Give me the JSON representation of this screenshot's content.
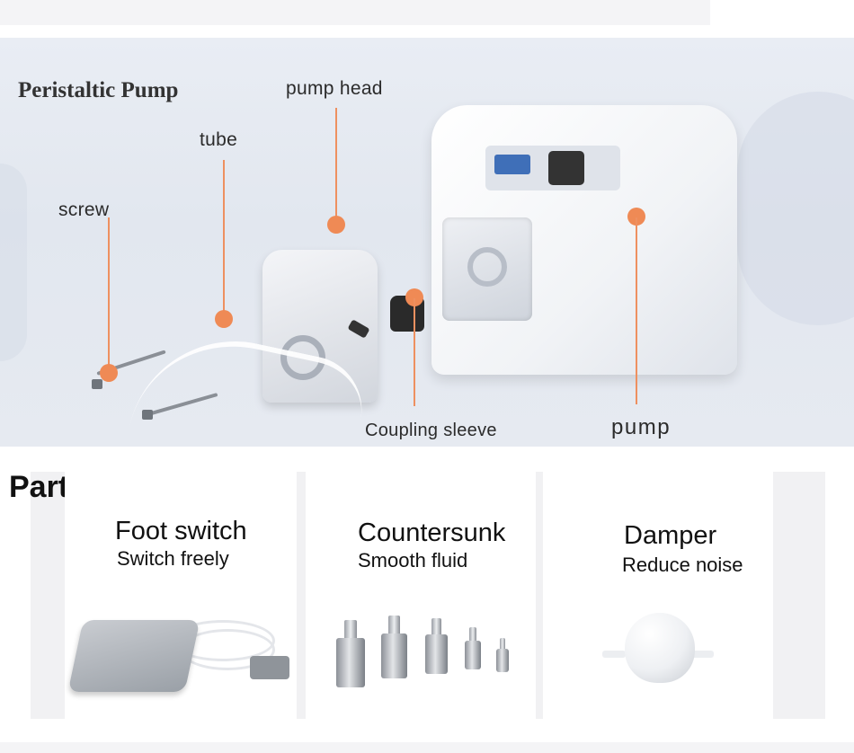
{
  "hero": {
    "title": "Peristaltic Pump",
    "labels": {
      "pump_head": "pump head",
      "tube": "tube",
      "screw": "screw",
      "coupling_sleeve": "Coupling sleeve",
      "pump": "pump"
    },
    "accent_color": "#ef8a55"
  },
  "parts": {
    "heading": "Parts:",
    "items": [
      {
        "title": "Foot switch",
        "subtitle": "Switch freely"
      },
      {
        "title": "Countersunk",
        "subtitle": "Smooth fluid"
      },
      {
        "title": "Damper",
        "subtitle": "Reduce noise"
      }
    ]
  }
}
